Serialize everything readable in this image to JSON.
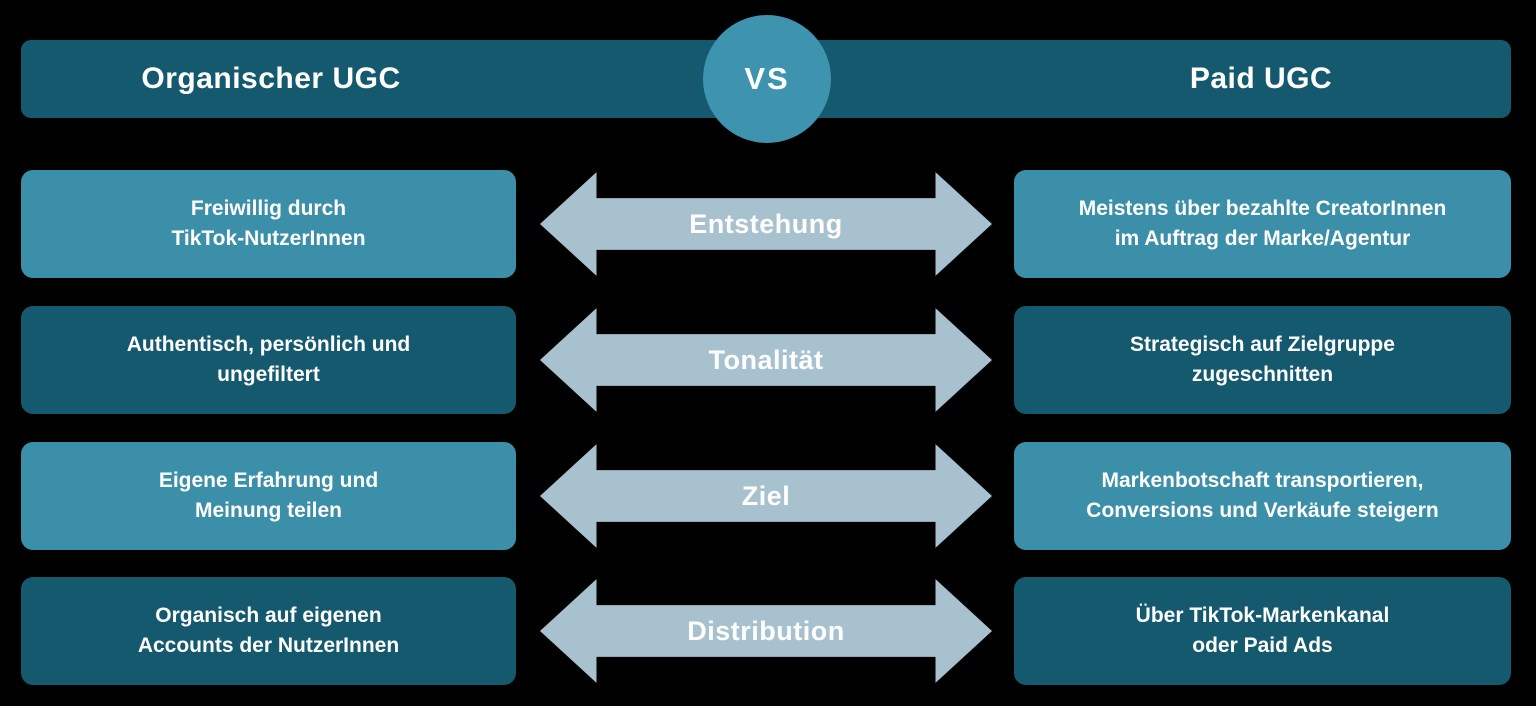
{
  "header": {
    "left_title": "Organischer UGC",
    "vs_label": "VS",
    "right_title": "Paid UGC"
  },
  "rows": [
    {
      "label": "Entstehung",
      "left": "Freiwillig durch\nTikTok-NutzerInnen",
      "right": "Meistens über bezahlte CreatorInnen\nim Auftrag der Marke/Agentur"
    },
    {
      "label": "Tonalität",
      "left": "Authentisch, persönlich und\nungefiltert",
      "right": "Strategisch auf Zielgruppe\nzugeschnitten"
    },
    {
      "label": "Ziel",
      "left": "Eigene Erfahrung und\nMeinung teilen",
      "right": "Markenbotschaft transportieren,\nConversions und Verkäufe steigern"
    },
    {
      "label": "Distribution",
      "left": "Organisch auf eigenen\nAccounts der NutzerInnen",
      "right": "Über TikTok-Markenkanal\noder Paid Ads"
    }
  ],
  "colors": {
    "background": "#000000",
    "header_bar": "#14596E",
    "dark_box": "#14596E",
    "light_box": "#3B8FA9",
    "vs_circle": "#3E93AF",
    "arrow": "#A7C1CE",
    "text": "#FFFFFF"
  }
}
